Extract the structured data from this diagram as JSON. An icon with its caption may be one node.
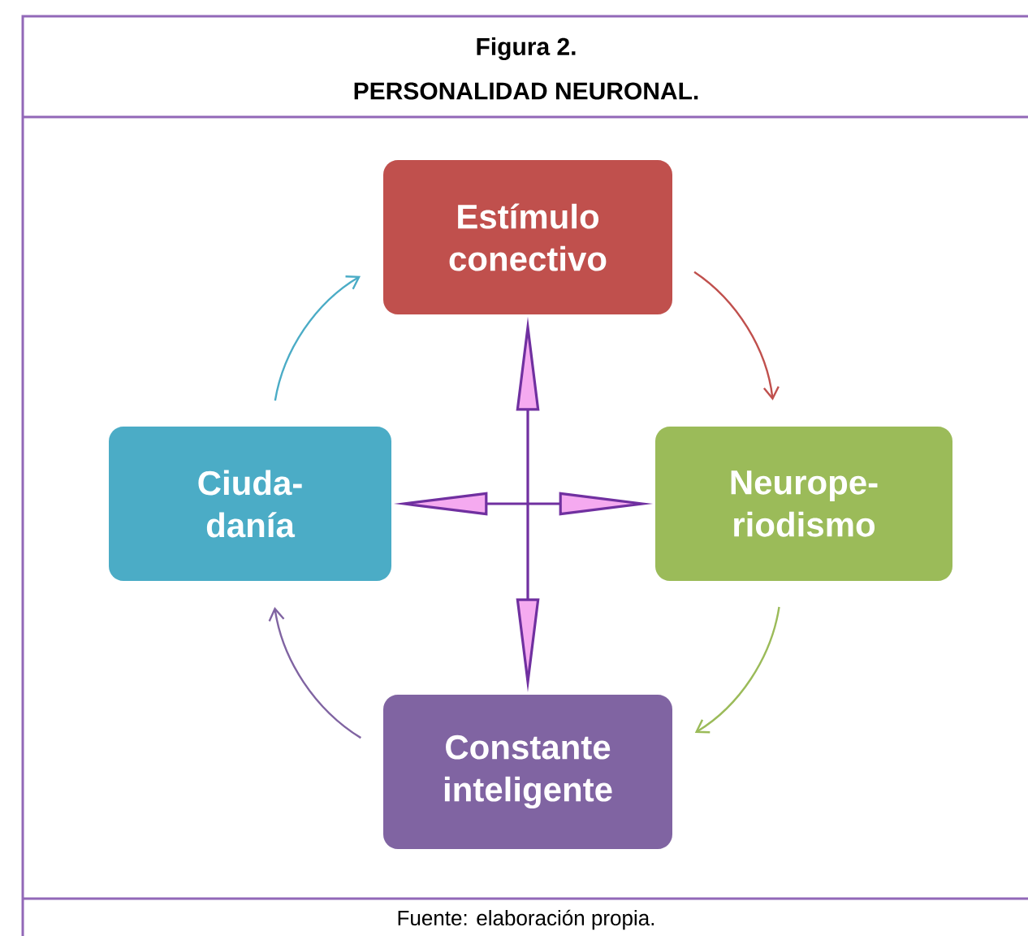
{
  "diagram": {
    "title": "Figura 2.",
    "nodes": [
      {
        "text": [
          "Estímulo conectivo"
        ]
      },
      {
        "text": [
          "Ciuda- danía"
        ]
      },
      {
        "text": [
          "Neurope- riodismo"
        ]
      },
      {
        "text": [
          "Constante inteligente"
        ]
      }
    ],
    "edges": [
      {
        "from": 0,
        "to": 2,
        "arrow": "to",
        "color": "#c0504d"
      },
      {
        "from": 2,
        "to": 3,
        "arrow": "to",
        "color": "#9bbb59"
      },
      {
        "from": 3,
        "to": 1,
        "arrow": "to",
        "color": "#8064a2"
      },
      {
        "from": 1,
        "to": 0,
        "arrow": "to",
        "color": "#4bacc6"
      },
      {
        "from": null,
        "to": 0,
        "arrow": "to",
        "color": "#7030a0"
      },
      {
        "from": null,
        "to": 1,
        "arrow": "to",
        "color": "#7030a0"
      },
      {
        "from": null,
        "to": 2,
        "arrow": "to",
        "color": "#7030a0"
      },
      {
        "from": null,
        "to": 3,
        "arrow": "to",
        "color": "#7030a0"
      }
    ],
    "labels": [
      "PERSONALIDAD NEURONAL."
    ],
    "caption": "Fuente: elaboración propia."
  }
}
